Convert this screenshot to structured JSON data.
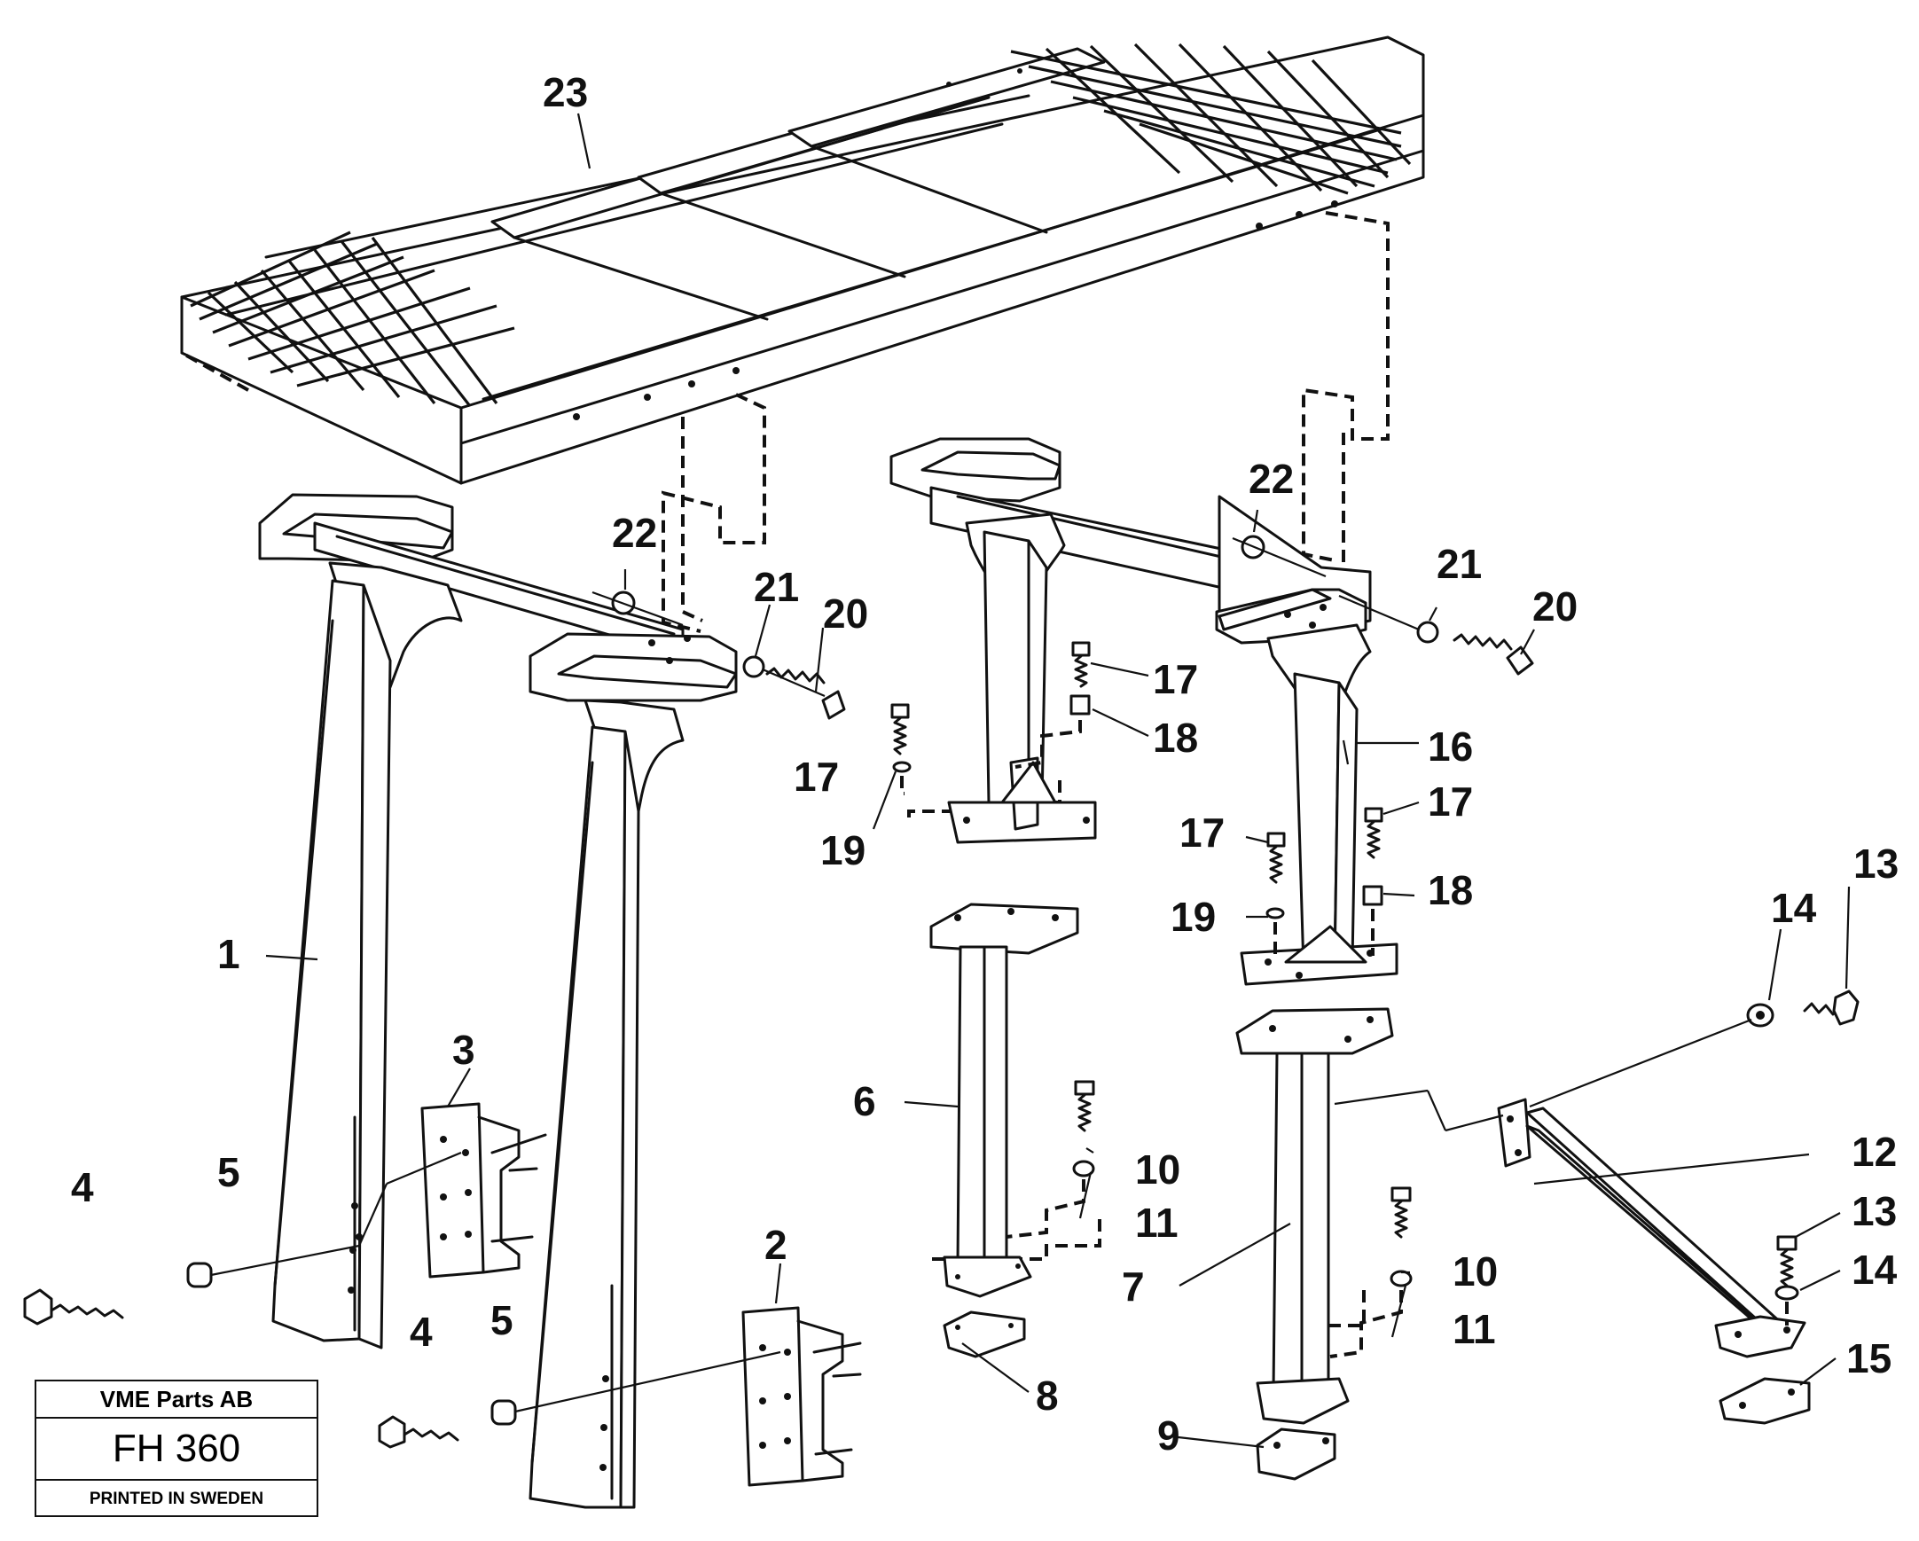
{
  "title_block": {
    "company": "VME Parts AB",
    "model": "FH 360",
    "printed": "PRINTED IN SWEDEN"
  },
  "callouts": [
    {
      "id": "c23",
      "text": "23"
    },
    {
      "id": "c22a",
      "text": "22"
    },
    {
      "id": "c21a",
      "text": "21"
    },
    {
      "id": "c20a",
      "text": "20"
    },
    {
      "id": "c22b",
      "text": "22"
    },
    {
      "id": "c21b",
      "text": "21"
    },
    {
      "id": "c20b",
      "text": "20"
    },
    {
      "id": "c17a",
      "text": "17"
    },
    {
      "id": "c19a",
      "text": "19"
    },
    {
      "id": "c17b",
      "text": "17"
    },
    {
      "id": "c18a",
      "text": "18"
    },
    {
      "id": "c16",
      "text": "16"
    },
    {
      "id": "c17c",
      "text": "17"
    },
    {
      "id": "c17d",
      "text": "17"
    },
    {
      "id": "c19b",
      "text": "19"
    },
    {
      "id": "c18b",
      "text": "18"
    },
    {
      "id": "c1",
      "text": "1"
    },
    {
      "id": "c3",
      "text": "3"
    },
    {
      "id": "c4a",
      "text": "4"
    },
    {
      "id": "c5a",
      "text": "5"
    },
    {
      "id": "c4b",
      "text": "4"
    },
    {
      "id": "c5b",
      "text": "5"
    },
    {
      "id": "c2",
      "text": "2"
    },
    {
      "id": "c6",
      "text": "6"
    },
    {
      "id": "c10a",
      "text": "10"
    },
    {
      "id": "c11a",
      "text": "11"
    },
    {
      "id": "c8",
      "text": "8"
    },
    {
      "id": "c7",
      "text": "7"
    },
    {
      "id": "c10b",
      "text": "10"
    },
    {
      "id": "c11b",
      "text": "11"
    },
    {
      "id": "c9",
      "text": "9"
    },
    {
      "id": "c12",
      "text": "12"
    },
    {
      "id": "c13a",
      "text": "13"
    },
    {
      "id": "c14a",
      "text": "14"
    },
    {
      "id": "c13b",
      "text": "13"
    },
    {
      "id": "c14b",
      "text": "14"
    },
    {
      "id": "c15",
      "text": "15"
    }
  ]
}
